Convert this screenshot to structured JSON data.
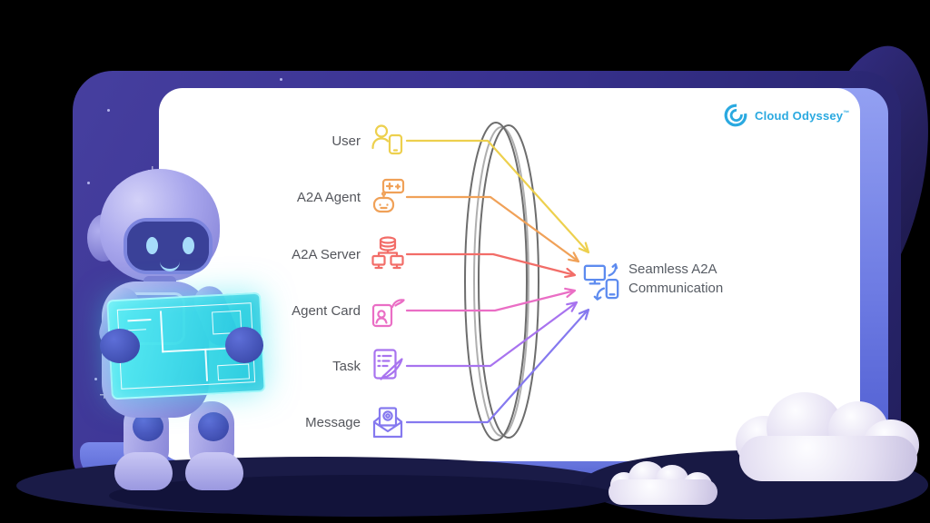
{
  "logo": {
    "name": "Cloud Odyssey",
    "trademark": "™",
    "icon": "cloud-odyssey-logo-icon",
    "color": "#2AA9E0"
  },
  "diagram": {
    "rows": [
      {
        "label": "User",
        "icon": "user-icon",
        "color": "#EDD04E"
      },
      {
        "label": "A2A Agent",
        "icon": "a2a-agent-icon",
        "color": "#F0A158"
      },
      {
        "label": "A2A Server",
        "icon": "a2a-server-icon",
        "color": "#F26D68"
      },
      {
        "label": "Agent Card",
        "icon": "agent-card-icon",
        "color": "#EA6EC5"
      },
      {
        "label": "Task",
        "icon": "task-icon",
        "color": "#A873EF"
      },
      {
        "label": "Message",
        "icon": "message-icon",
        "color": "#8579EF"
      }
    ],
    "lens": {
      "color": "#6D6D6D"
    },
    "result": {
      "line1": "Seamless A2A",
      "line2": "Communication",
      "icon": "device-sync-icon",
      "color": "#5D8BEF",
      "text_color": "#575C64"
    },
    "label_text_color": "#54565C"
  },
  "scene": {
    "mascot": "robot-holding-blueprint",
    "palette": {
      "frame_indigo": "#38328C",
      "inner_band_periwinkle": "#6B79E2",
      "card_white": "#FFFFFF",
      "ground_shadow_navy": "#17183F",
      "cloud_lavender": "#E9E5F4",
      "blueprint_cyan": "#2BD9E6"
    }
  }
}
